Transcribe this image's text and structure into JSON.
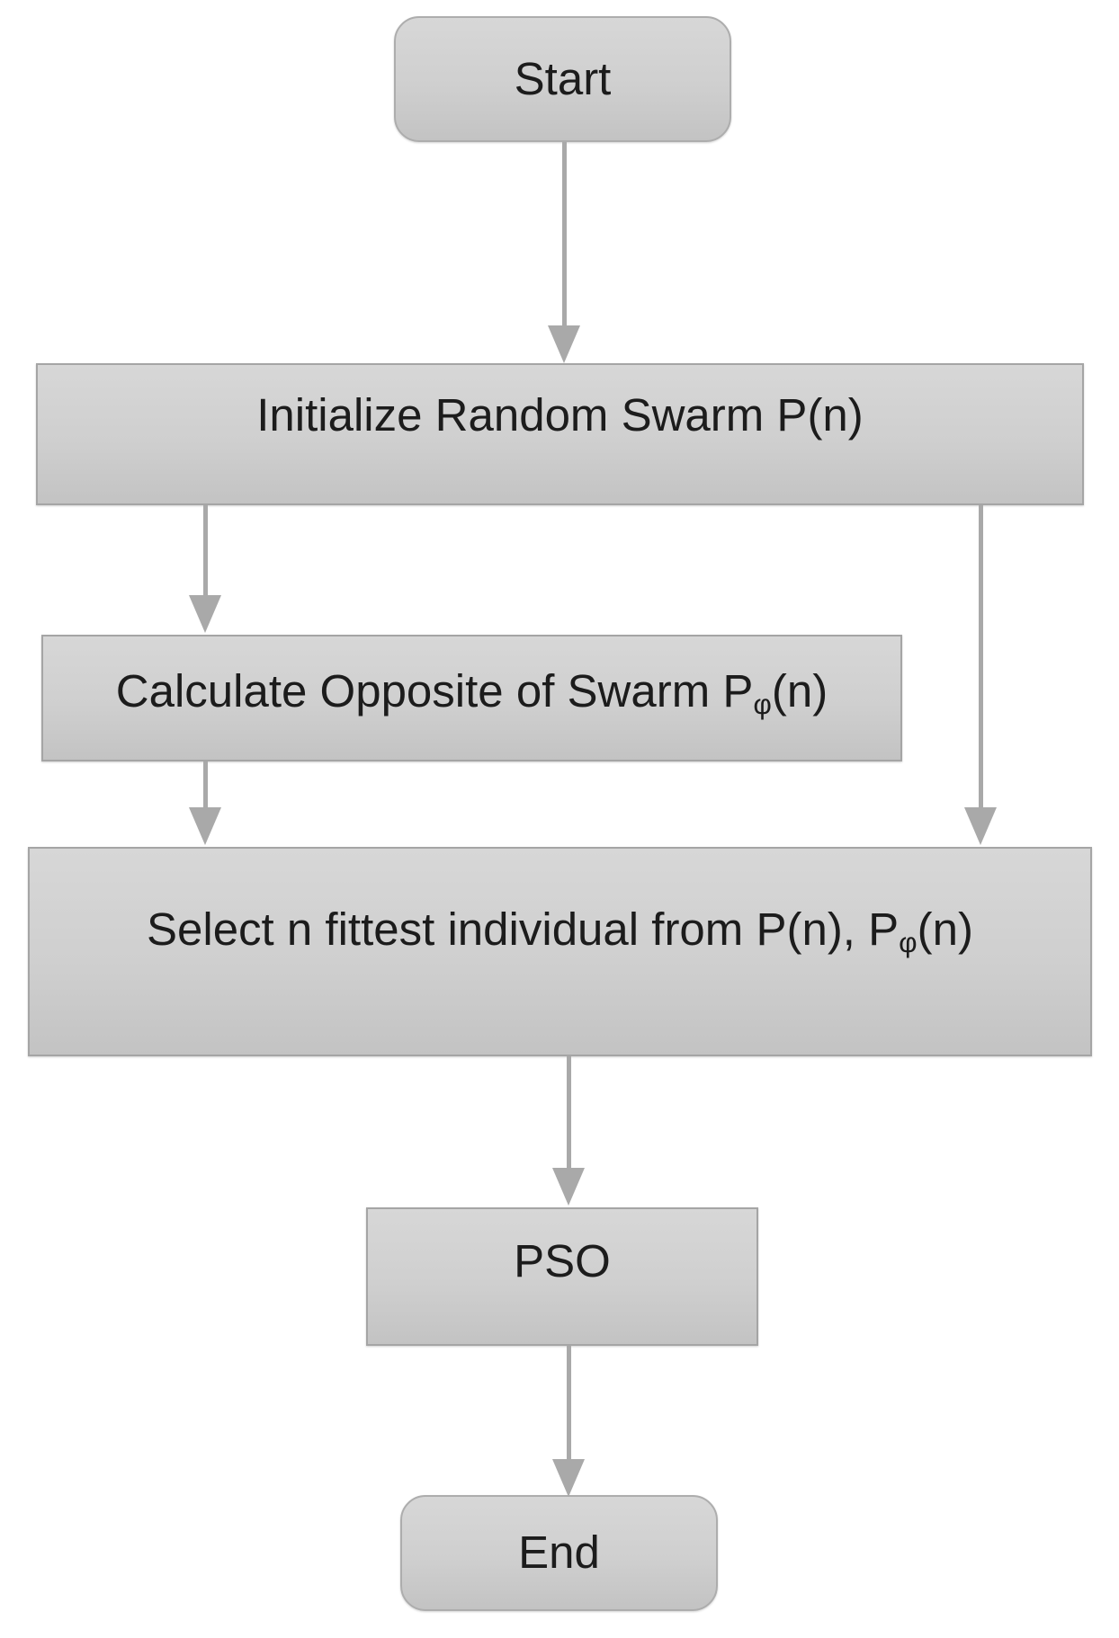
{
  "diagram": {
    "type": "flowchart",
    "background": "#ffffff",
    "nodes": {
      "start": {
        "shape": "rounded-terminal",
        "label": "Start"
      },
      "init": {
        "shape": "process",
        "label": "Initialize Random Swarm P(n)"
      },
      "opposite": {
        "shape": "process",
        "prefix": "Calculate Opposite of Swarm P",
        "sub": "φ",
        "suffix": "(n)"
      },
      "select": {
        "shape": "process",
        "prefix": "Select n fittest individual from P(n), P",
        "sub": "φ",
        "suffix": "(n)"
      },
      "pso": {
        "shape": "process",
        "label": "PSO"
      },
      "end": {
        "shape": "rounded-terminal",
        "label": "End"
      }
    },
    "edges": [
      {
        "from": "start",
        "to": "init"
      },
      {
        "from": "init",
        "to": "opposite"
      },
      {
        "from": "opposite",
        "to": "select"
      },
      {
        "from": "init",
        "to": "select"
      },
      {
        "from": "select",
        "to": "pso"
      },
      {
        "from": "pso",
        "to": "end"
      }
    ],
    "colors": {
      "box_fill_top": "#d7d7d7",
      "box_fill_bottom": "#c3c3c3",
      "box_border": "#a5a5a5",
      "arrow": "#a9a9a9",
      "text": "#1c1c1c",
      "background": "#ffffff"
    }
  }
}
